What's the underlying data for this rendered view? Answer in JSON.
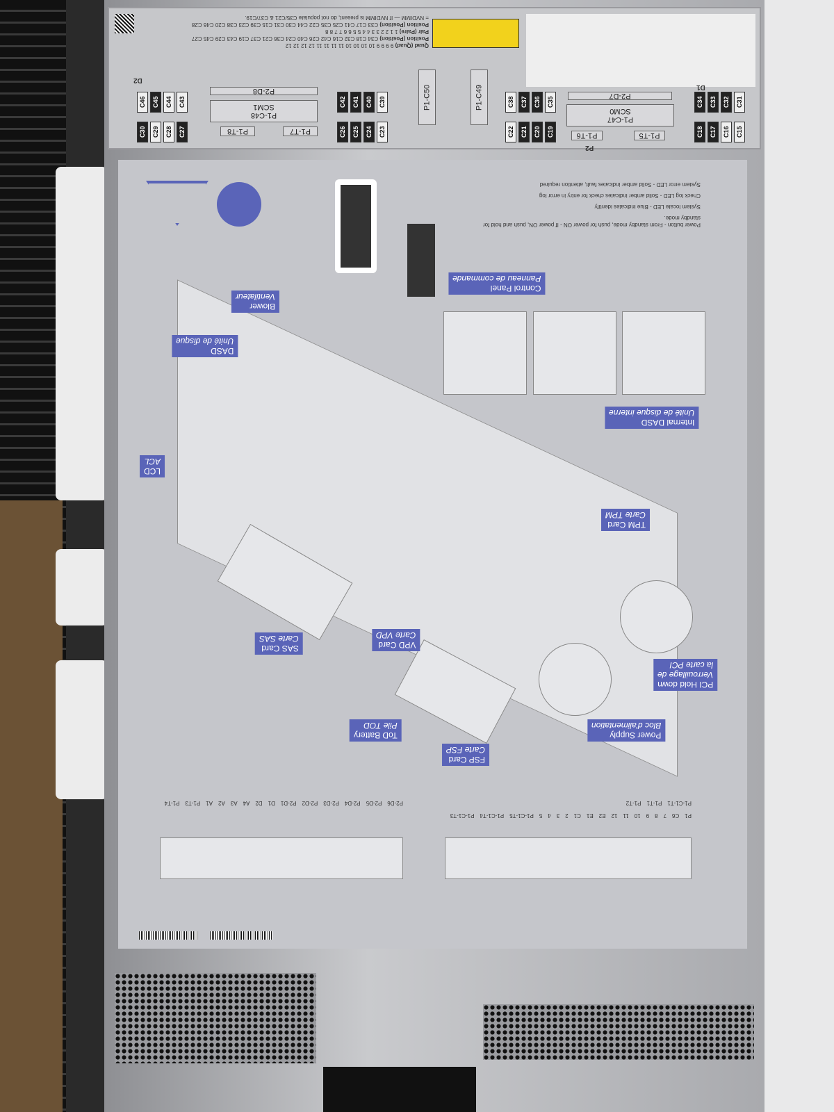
{
  "top_label": {
    "table": {
      "row1_label": "Quad (Quad)",
      "row2_label": "Position (Position)",
      "row3_label": "Pair (Paire)",
      "row4_label": "Position (Position)",
      "quad_values": "9 9 9 9 10 10 10 10 11 11 11 11 12 12 12 12",
      "quad_positions": "C34 C18 C32 C16 C42 C26 C40 C24 C36 C21 C37 C19 C43 C29 C45 C27",
      "pair_values": "1 1 2 2 3 3 4 4 5 5 6 6 7 7 8 8",
      "pair_positions": "C33 C17 C41 C25 C35 C22 C44 C30 C31 C15 C39 C23 C38 C20 C46 C28"
    },
    "nvdimm_note": "= NVDIMM — If NVDIMM is present, do not populate C35/C21 & C37/C19.",
    "dimm_slots": [
      "C46",
      "C45",
      "C44",
      "C43",
      "C30",
      "C29",
      "C28",
      "C27",
      "C42",
      "C41",
      "C40",
      "C39",
      "C26",
      "C25",
      "C24",
      "C23",
      "C38",
      "C37",
      "C36",
      "C35",
      "C22",
      "C21",
      "C20",
      "C19",
      "C34",
      "C33",
      "C32",
      "C31",
      "C18",
      "C17",
      "C16",
      "C15"
    ],
    "connectors": [
      "P2-D8",
      "P1-C48",
      "SCM1",
      "P1-T8",
      "P1-T7",
      "P1-C50",
      "P1-C49",
      "P2-D7",
      "P1-C47",
      "SCM0",
      "P1-T6",
      "P1-T5"
    ],
    "markers": [
      "D2",
      "D1",
      "P2"
    ]
  },
  "control_panel": {
    "power": "Power button - From standby mode, push for power ON - If power ON, push and hold for standby mode.",
    "locate": "System locate LED - Blue indicates identify",
    "check_log": "Check log LED - Solid amber indicates check for entry in error log",
    "error": "System error LED - Solid amber indicates fault, attention required"
  },
  "callouts": {
    "control_panel": [
      "Control Panel",
      "Panneau de commande"
    ],
    "blower": [
      "Blower",
      "Ventilateur"
    ],
    "dasd": [
      "DASD",
      "Unité de disque"
    ],
    "lcd": [
      "LCD",
      "ACL"
    ],
    "internal_dasd": [
      "Internal DASD",
      "Unité de disque interne"
    ],
    "tpm": [
      "TPM Card",
      "Carte TPM"
    ],
    "sas": [
      "SAS Card",
      "Carte SAS"
    ],
    "vpd": [
      "VPD Card",
      "Carte VPD"
    ],
    "pci": [
      "PCI Hold down",
      "Verrouillage de",
      "la carte PCI"
    ],
    "psu": [
      "Power Supply",
      "Bloc d'alimentation"
    ],
    "tod": [
      "ToD Battery",
      "Pile TOD"
    ],
    "fsp": [
      "FSP Card",
      "Carte FSP"
    ]
  },
  "rear_view": {
    "left_labels": [
      "P2-D6",
      "P2-D5",
      "P2-D4",
      "P2-D3",
      "P2-D2",
      "P2-D1",
      "D1",
      "D2",
      "A4",
      "A3",
      "A2",
      "A1",
      "P1-T3",
      "P1-T4"
    ],
    "right_labels": [
      "P1",
      "C6",
      "7",
      "8",
      "9",
      "10",
      "11",
      "12",
      "E2",
      "E1",
      "C1",
      "2",
      "3",
      "4",
      "5",
      "P1-C1-T5",
      "P1-C1-T4",
      "P1-C1-T3",
      "P1-C1-T1",
      "P1-T1",
      "P1-T2"
    ]
  }
}
